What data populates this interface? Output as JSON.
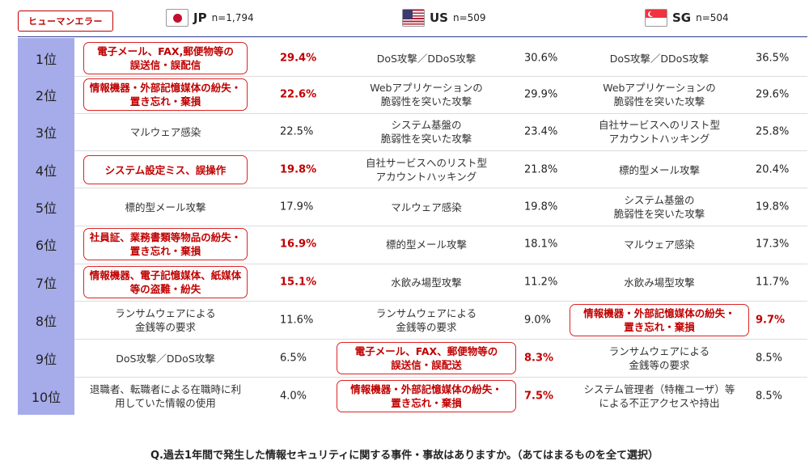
{
  "legend_label": "ヒューマンエラー",
  "highlight_color": "#c00000",
  "rank_column_color": "#a6abe9",
  "question": "Q.過去1年間で発生した情報セキュリティに関する事件・事故はありますか。（あてはまるものを全て選択）",
  "columns": [
    {
      "code": "JP",
      "n": "n=1,794",
      "flag_icon": "japan-flag-icon"
    },
    {
      "code": "US",
      "n": "n=509",
      "flag_icon": "usa-flag-icon"
    },
    {
      "code": "SG",
      "n": "n=504",
      "flag_icon": "singapore-flag-icon"
    }
  ],
  "chart_data": {
    "type": "table",
    "ranks": [
      "1位",
      "2位",
      "3位",
      "4位",
      "5位",
      "6位",
      "7位",
      "8位",
      "9位",
      "10位"
    ],
    "series": [
      {
        "name": "JP",
        "items": [
          {
            "label": [
              "電子メール、FAX,郵便物等の",
              "誤送信・誤配信"
            ],
            "value": "29.4%",
            "human_error": true
          },
          {
            "label": [
              "情報機器・外部記憶媒体の紛失・",
              "置き忘れ・棄損"
            ],
            "value": "22.6%",
            "human_error": true
          },
          {
            "label": [
              "マルウェア感染"
            ],
            "value": "22.5%",
            "human_error": false
          },
          {
            "label": [
              "システム設定ミス、誤操作"
            ],
            "value": "19.8%",
            "human_error": true
          },
          {
            "label": [
              "標的型メール攻撃"
            ],
            "value": "17.9%",
            "human_error": false
          },
          {
            "label": [
              "社員証、業務書類等物品の紛失・",
              "置き忘れ・棄損"
            ],
            "value": "16.9%",
            "human_error": true
          },
          {
            "label": [
              "情報機器、電子記憶媒体、紙媒体",
              "等の盗難・紛失"
            ],
            "value": "15.1%",
            "human_error": true
          },
          {
            "label": [
              "ランサムウェアによる",
              "金銭等の要求"
            ],
            "value": "11.6%",
            "human_error": false
          },
          {
            "label": [
              "DoS攻撃／DDoS攻撃"
            ],
            "value": "6.5%",
            "human_error": false
          },
          {
            "label": [
              "退職者、転職者による在職時に利",
              "用していた情報の使用"
            ],
            "value": "4.0%",
            "human_error": false
          }
        ]
      },
      {
        "name": "US",
        "items": [
          {
            "label": [
              "DoS攻撃／DDoS攻撃"
            ],
            "value": "30.6%",
            "human_error": false
          },
          {
            "label": [
              "Webアプリケーションの",
              "脆弱性を突いた攻撃"
            ],
            "value": "29.9%",
            "human_error": false
          },
          {
            "label": [
              "システム基盤の",
              "脆弱性を突いた攻撃"
            ],
            "value": "23.4%",
            "human_error": false
          },
          {
            "label": [
              "自社サービスへのリスト型",
              "アカウントハッキング"
            ],
            "value": "21.8%",
            "human_error": false
          },
          {
            "label": [
              "マルウェア感染"
            ],
            "value": "19.8%",
            "human_error": false
          },
          {
            "label": [
              "標的型メール攻撃"
            ],
            "value": "18.1%",
            "human_error": false
          },
          {
            "label": [
              "水飲み場型攻撃"
            ],
            "value": "11.2%",
            "human_error": false
          },
          {
            "label": [
              "ランサムウェアによる",
              "金銭等の要求"
            ],
            "value": "9.0%",
            "human_error": false
          },
          {
            "label": [
              "電子メール、FAX、郵便物等の",
              "誤送信・誤配送"
            ],
            "value": "8.3%",
            "human_error": true
          },
          {
            "label": [
              "情報機器・外部記憶媒体の紛失・",
              "置き忘れ・棄損"
            ],
            "value": "7.5%",
            "human_error": true
          }
        ]
      },
      {
        "name": "SG",
        "items": [
          {
            "label": [
              "DoS攻撃／DDoS攻撃"
            ],
            "value": "36.5%",
            "human_error": false
          },
          {
            "label": [
              "Webアプリケーションの",
              "脆弱性を突いた攻撃"
            ],
            "value": "29.6%",
            "human_error": false
          },
          {
            "label": [
              "自社サービスへのリスト型",
              "アカウントハッキング"
            ],
            "value": "25.8%",
            "human_error": false
          },
          {
            "label": [
              "標的型メール攻撃"
            ],
            "value": "20.4%",
            "human_error": false
          },
          {
            "label": [
              "システム基盤の",
              "脆弱性を突いた攻撃"
            ],
            "value": "19.8%",
            "human_error": false
          },
          {
            "label": [
              "マルウェア感染"
            ],
            "value": "17.3%",
            "human_error": false
          },
          {
            "label": [
              "水飲み場型攻撃"
            ],
            "value": "11.7%",
            "human_error": false
          },
          {
            "label": [
              "情報機器・外部記憶媒体の紛失・",
              "置き忘れ・棄損"
            ],
            "value": "9.7%",
            "human_error": true
          },
          {
            "label": [
              "ランサムウェアによる",
              "金銭等の要求"
            ],
            "value": "8.5%",
            "human_error": false
          },
          {
            "label": [
              "システム管理者（特権ユーザ）等",
              "による不正アクセスや持出"
            ],
            "value": "8.5%",
            "human_error": false
          }
        ]
      }
    ]
  }
}
